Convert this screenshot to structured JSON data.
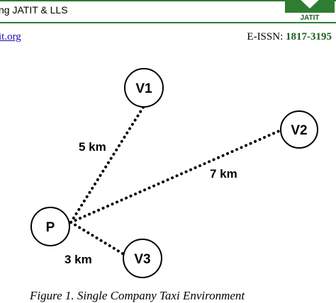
{
  "header": {
    "running_title": "ng  JATIT & LLS",
    "url": "it.org",
    "issn_label": "E-ISSN: ",
    "issn_value": "1817-3195",
    "logo_text": "JATIT",
    "accent_color": "#2e7d32"
  },
  "figure": {
    "nodes": [
      {
        "id": "P",
        "label": "P"
      },
      {
        "id": "V1",
        "label": "V1"
      },
      {
        "id": "V2",
        "label": "V2"
      },
      {
        "id": "V3",
        "label": "V3"
      }
    ],
    "edges": [
      {
        "from": "P",
        "to": "V1",
        "label": "5 km"
      },
      {
        "from": "P",
        "to": "V2",
        "label": "7 km"
      },
      {
        "from": "P",
        "to": "V3",
        "label": "3 km"
      }
    ],
    "caption": "Figure 1. Single Company Taxi Environment"
  }
}
